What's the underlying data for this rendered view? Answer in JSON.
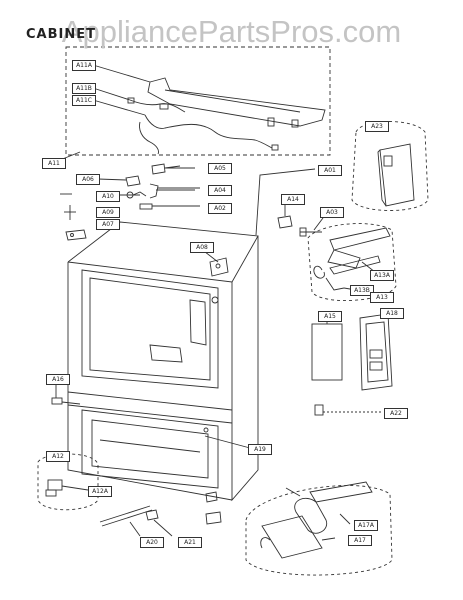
{
  "watermark": "AppliancePartsPros.com",
  "section_title": "CABINET",
  "labels": {
    "A11A": "A11A",
    "A11B": "A11B",
    "A11C": "A11C",
    "A11": "A11",
    "A23": "A23",
    "A06": "A06",
    "A05": "A05",
    "A01": "A01",
    "A10": "A10",
    "A04": "A04",
    "A14": "A14",
    "A03": "A03",
    "A09": "A09",
    "A02": "A02",
    "A07": "A07",
    "A08": "A08",
    "A13A": "A13A",
    "A13B": "A13B",
    "A13": "A13",
    "A15": "A15",
    "A18": "A18",
    "A16": "A16",
    "A22": "A22",
    "A19": "A19",
    "A12": "A12",
    "A12A": "A12A",
    "A17A": "A17A",
    "A17": "A17",
    "A20": "A20",
    "A21": "A21"
  }
}
